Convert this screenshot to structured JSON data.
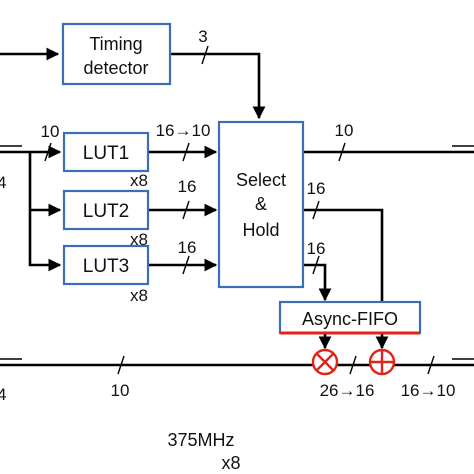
{
  "blocks": {
    "timing_line1": "Timing",
    "timing_line2": "detector",
    "lut1": "LUT1",
    "lut2": "LUT2",
    "lut3": "LUT3",
    "select_line1": "Select",
    "select_line2": "&",
    "select_line3": "Hold",
    "fifo": "Async-FIFO"
  },
  "labels": {
    "timing_width": "3",
    "lut_in_width": "10",
    "lut1_out": "16→10",
    "lut2_out": "16",
    "lut3_out": "16",
    "sel_out_width": "10",
    "sel_out2": "16",
    "sel_out3": "16",
    "bottom_width": "10",
    "mult_out": "26→16",
    "add_out": "16→10",
    "lut1_mult": "x8",
    "lut2_mult": "x8",
    "lut3_mult": "x8",
    "left_cut_mid": "4",
    "left_cut_bottom": "4",
    "clock": "375MHz",
    "clock_mult": "x8"
  },
  "colors": {
    "box_stroke": "#3a6fb5",
    "fifo_bottom": "#e0231b",
    "operator": "#e0231b"
  }
}
